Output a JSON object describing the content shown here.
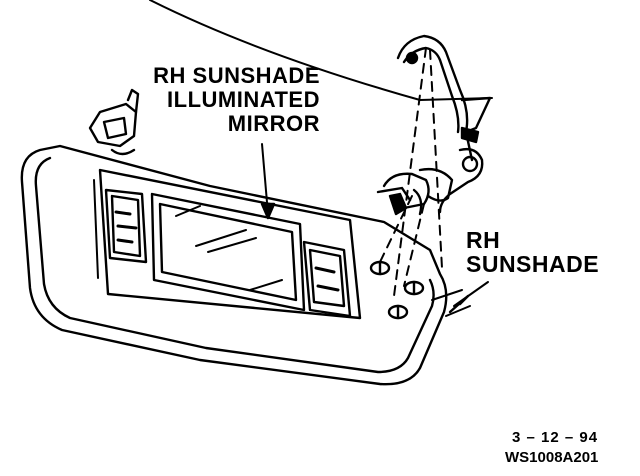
{
  "labels": {
    "mirror_line1": "RH SUNSHADE",
    "mirror_line2": "ILLUMINATED",
    "mirror_line3": "MIRROR",
    "sunshade_line1": "RH",
    "sunshade_line2": "SUNSHADE",
    "date": "3 – 12 – 94",
    "code": "WS1008A201"
  },
  "colors": {
    "ink": "#000000",
    "paper": "#ffffff"
  }
}
